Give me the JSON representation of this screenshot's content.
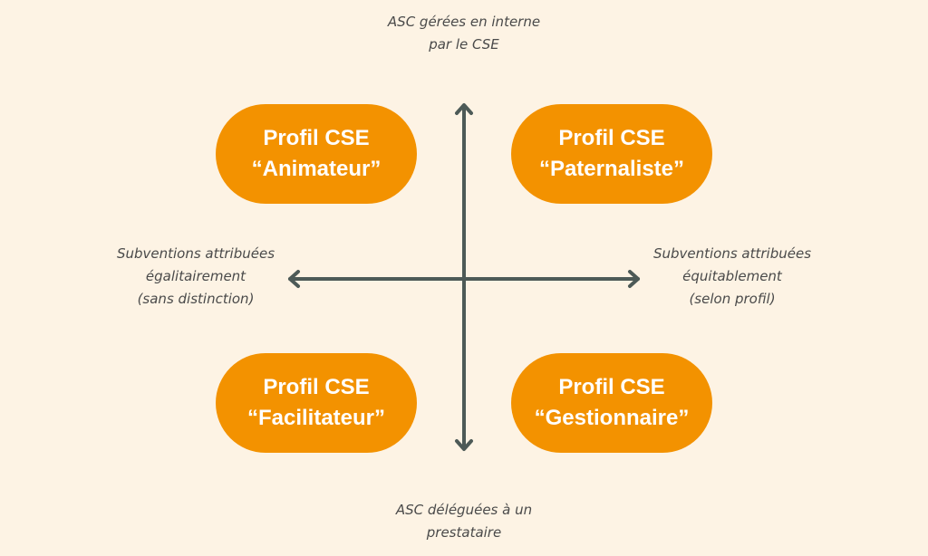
{
  "axes": {
    "top": "ASC gérées en interne\npar le CSE",
    "bottom": "ASC déléguées à un\nprestataire",
    "left": "Subventions attribuées\négalitairement\n(sans distinction)",
    "right": "Subventions attribuées\néquitablement\n(selon profil)"
  },
  "profiles": {
    "top_left": "Profil CSE\n“Animateur”",
    "top_right": "Profil CSE\n“Paternaliste”",
    "bottom_left": "Profil CSE\n“Facilitateur”",
    "bottom_right": "Profil CSE\n“Gestionnaire”"
  },
  "colors": {
    "background": "#fdf3e4",
    "profile_fill": "#f39200",
    "axis_stroke": "#4d5a57"
  }
}
